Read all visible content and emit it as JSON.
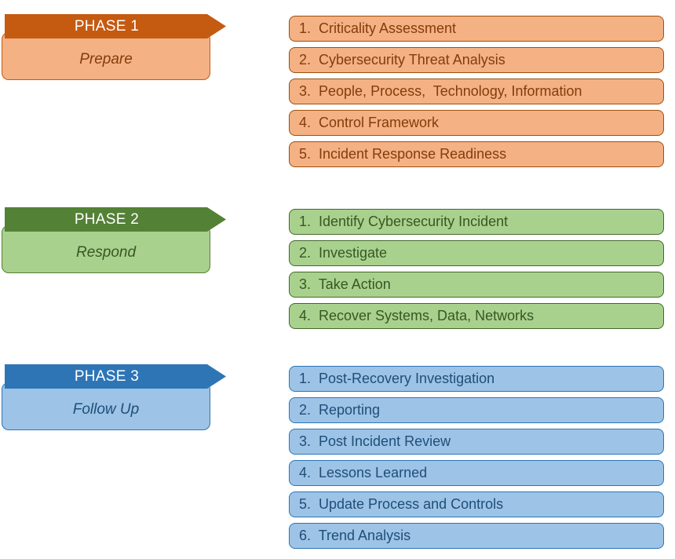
{
  "phases": [
    {
      "banner": "PHASE 1",
      "label": "Prepare",
      "colors": {
        "banner": "#C55A11",
        "fill": "#F4B183",
        "text": "#843C0C"
      },
      "steps": [
        "1.  Criticality Assessment",
        "2.  Cybersecurity Threat Analysis",
        "3.  People, Process,  Technology, Information",
        "4.  Control Framework",
        "5.  Incident Response Readiness"
      ]
    },
    {
      "banner": "PHASE 2",
      "label": "Respond",
      "colors": {
        "banner": "#538135",
        "fill": "#A9D18E",
        "text": "#385723"
      },
      "steps": [
        "1.  Identify Cybersecurity Incident",
        "2.  Investigate",
        "3.  Take Action",
        "4.  Recover Systems, Data, Networks"
      ]
    },
    {
      "banner": "PHASE 3",
      "label": "Follow Up",
      "colors": {
        "banner": "#2E75B6",
        "fill": "#9DC3E6",
        "text": "#1F4E79"
      },
      "steps": [
        "1.  Post-Recovery Investigation",
        "2.  Reporting",
        "3.  Post Incident Review",
        "4.  Lessons Learned",
        "5.  Update Process and Controls",
        "6.  Trend Analysis"
      ]
    }
  ]
}
